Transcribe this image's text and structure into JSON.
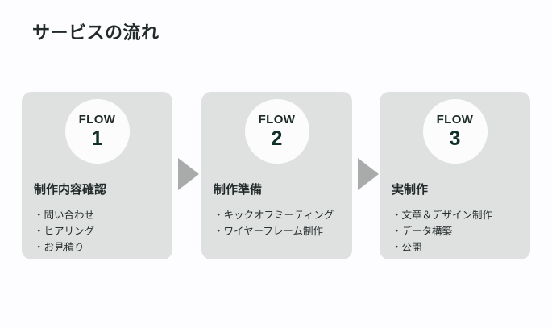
{
  "page": {
    "title": "サービスの流れ",
    "background_color": "#fdfdff"
  },
  "theme": {
    "card_background": "#dfe0e0",
    "badge_background": "#fcfcfc",
    "badge_text_color": "#1c2b28",
    "heading_color": "#222a2a",
    "body_text_color": "#262e2e",
    "arrow_color": "#a9abab"
  },
  "flow": {
    "steps": [
      {
        "badge_label": "FLOW",
        "badge_number": "1",
        "heading": "制作内容確認",
        "items": [
          "・問い合わせ",
          "・ヒアリング",
          "・お見積り"
        ]
      },
      {
        "badge_label": "FLOW",
        "badge_number": "2",
        "heading": "制作準備",
        "items": [
          "・キックオフミーティング",
          "・ワイヤーフレーム制作"
        ]
      },
      {
        "badge_label": "FLOW",
        "badge_number": "3",
        "heading": "実制作",
        "items": [
          "・文章＆デザイン制作",
          "・データ構築",
          "・公開"
        ]
      }
    ],
    "connectors": [
      {
        "icon": "arrow-right-icon"
      },
      {
        "icon": "arrow-right-icon"
      }
    ]
  }
}
